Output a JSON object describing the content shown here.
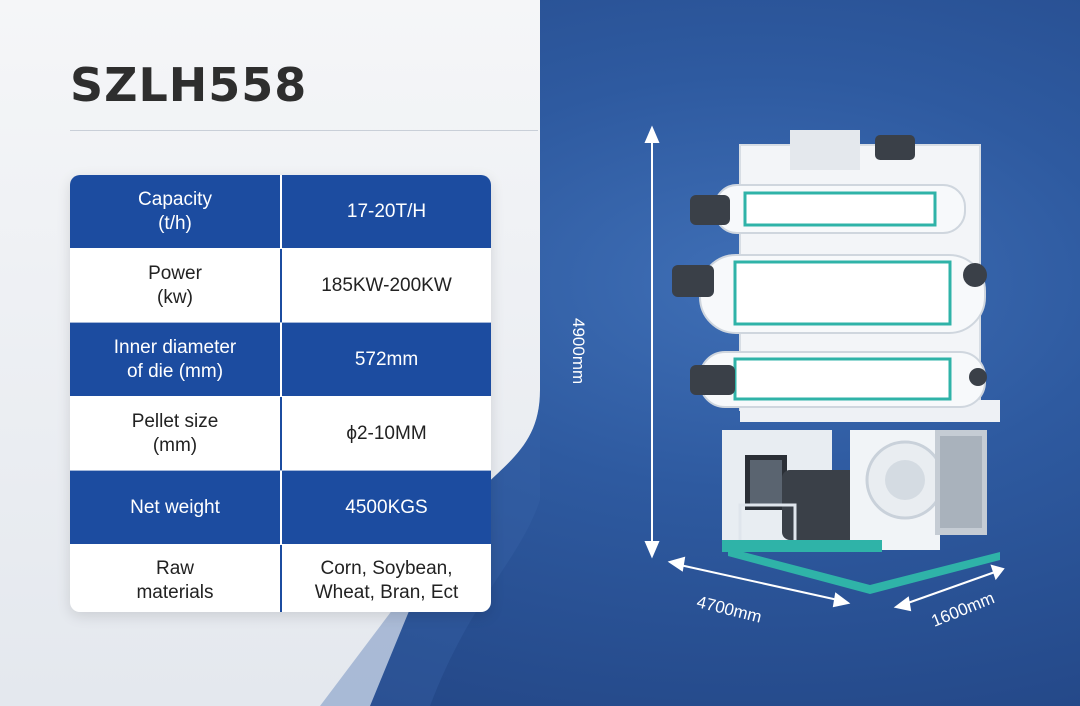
{
  "title": "SZLH558",
  "specs": [
    {
      "label": "Capacity\n(t/h)",
      "value": "17-20T/H",
      "style": "blue"
    },
    {
      "label": "Power\n(kw)",
      "value": "185KW-200KW",
      "style": "white"
    },
    {
      "label": "Inner diameter\nof die (mm)",
      "value": "572mm",
      "style": "blue"
    },
    {
      "label": "Pellet size\n(mm)",
      "value": "ϕ2-10MM",
      "style": "white"
    },
    {
      "label": "Net weight",
      "value": "4500KGS",
      "style": "blue"
    },
    {
      "label": "Raw\nmaterials",
      "value": "Corn, Soybean,\nWheat, Bran, Ect",
      "style": "white"
    }
  ],
  "dimensions": {
    "height": "4900mm",
    "length": "4700mm",
    "width": "1600mm"
  },
  "colors": {
    "table_blue": "#1c4ca0",
    "machine_teal": "#2fb3a8",
    "background_blue": "#2e5aa0"
  }
}
